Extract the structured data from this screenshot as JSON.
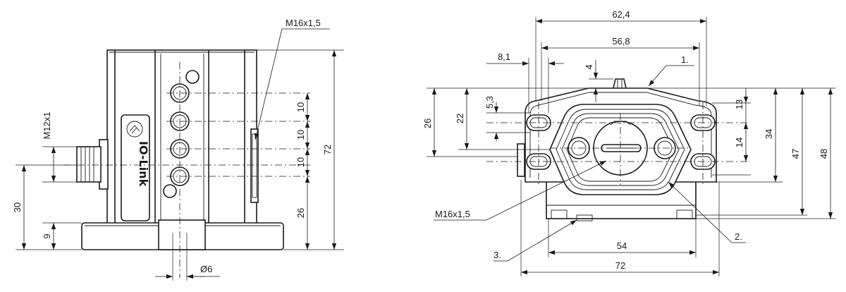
{
  "front_view": {
    "thread_top": "M16x1,5",
    "thread_side": "M12x1",
    "logo_text": "IO-Link",
    "dims": {
      "spacing_1": "10",
      "spacing_2": "10",
      "spacing_3": "10",
      "bottom_to_hole": "26",
      "overall_height": "72",
      "axis_height": "30",
      "base_height": "9",
      "hole_dia": "Ø6"
    }
  },
  "side_view": {
    "dims": {
      "width_top": "62,4",
      "width_mid": "56,8",
      "offset": "8,1",
      "small_4": "4",
      "small_5_3": "5,3",
      "h_22": "22",
      "h_26": "26",
      "h_13": "13",
      "h_14": "14",
      "h_34": "34",
      "h_47": "47",
      "h_48": "48",
      "width_54": "54",
      "width_72": "72"
    },
    "thread": "M16x1,5",
    "callouts": [
      "1.",
      "2.",
      "3."
    ]
  }
}
